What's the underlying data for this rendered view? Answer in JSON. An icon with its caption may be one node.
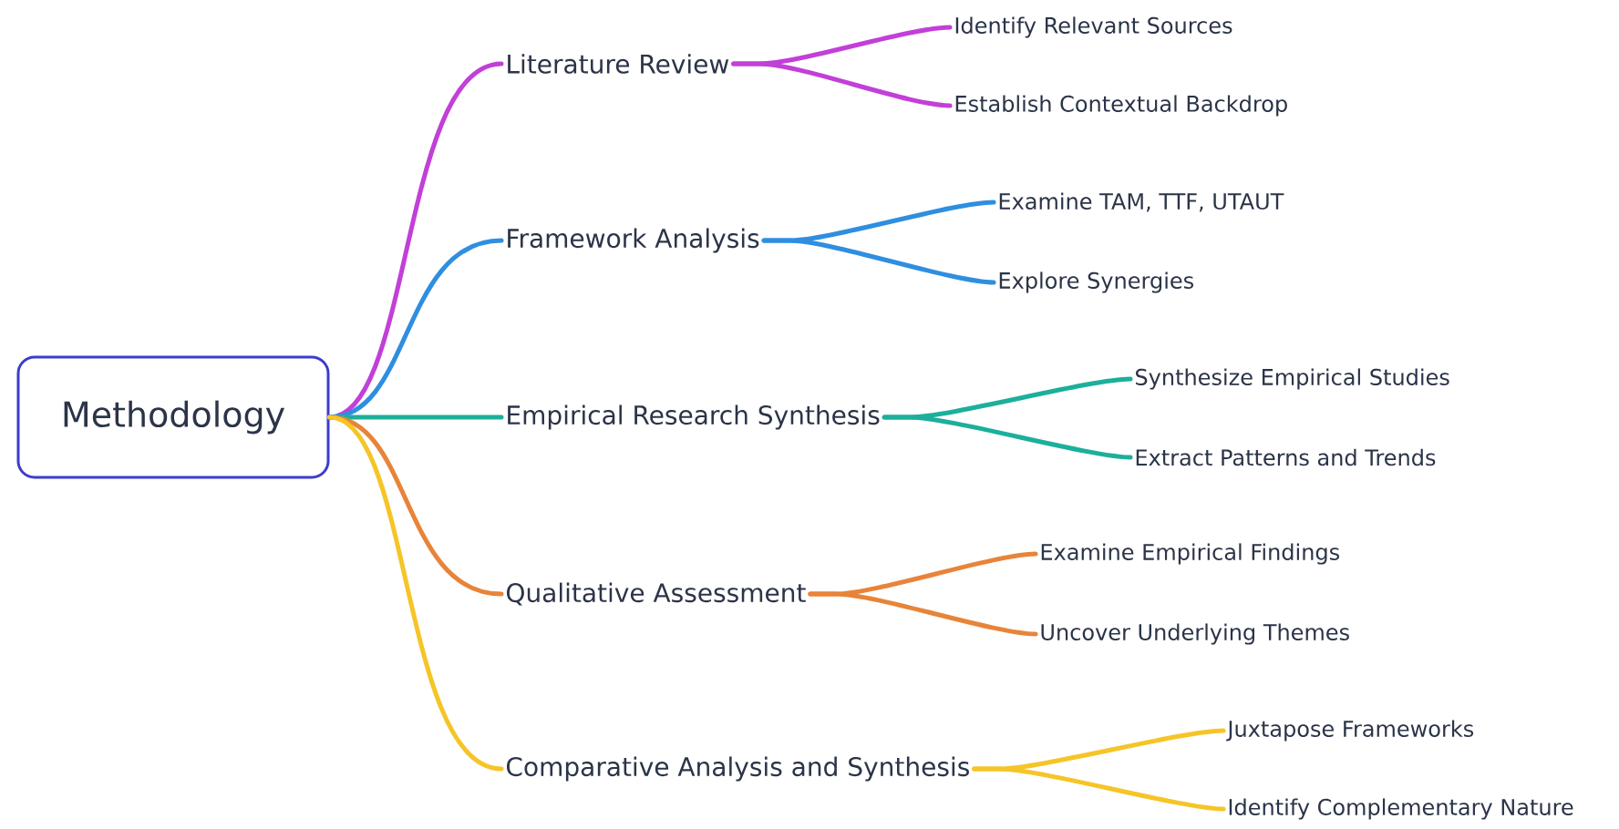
{
  "diagram": {
    "nodes": [
      {
        "text": [
          "Methodology"
        ]
      },
      {
        "text": [
          "Literature Review"
        ]
      },
      {
        "text": [
          "Identify Relevant Sources"
        ]
      },
      {
        "text": [
          "Establish Contextual Backdrop"
        ]
      },
      {
        "text": [
          "Framework Analysis"
        ]
      },
      {
        "text": [
          "Examine TAM, TTF, UTAUT"
        ]
      },
      {
        "text": [
          "Explore Synergies"
        ]
      },
      {
        "text": [
          "Empirical Research Synthesis"
        ]
      },
      {
        "text": [
          "Synthesize Empirical Studies"
        ]
      },
      {
        "text": [
          "Extract Patterns and Trends"
        ]
      },
      {
        "text": [
          "Qualitative Assessment"
        ]
      },
      {
        "text": [
          "Examine Empirical Findings"
        ]
      },
      {
        "text": [
          "Uncover Underlying Themes"
        ]
      },
      {
        "text": [
          "Comparative Analysis and Synthesis"
        ]
      },
      {
        "text": [
          "Juxtapose Frameworks"
        ]
      },
      {
        "text": [
          "Identify Complementary Nature"
        ]
      }
    ],
    "edges": [
      {
        "from": 0,
        "to": 1,
        "arrow": "none",
        "color": "#c23fd8"
      },
      {
        "from": 1,
        "to": 2,
        "arrow": "none",
        "color": "#c23fd8"
      },
      {
        "from": 1,
        "to": 3,
        "arrow": "none",
        "color": "#c23fd8"
      },
      {
        "from": 0,
        "to": 4,
        "arrow": "none",
        "color": "#2f8ee0"
      },
      {
        "from": 4,
        "to": 5,
        "arrow": "none",
        "color": "#2f8ee0"
      },
      {
        "from": 4,
        "to": 6,
        "arrow": "none",
        "color": "#2f8ee0"
      },
      {
        "from": 0,
        "to": 7,
        "arrow": "none",
        "color": "#1caf9b"
      },
      {
        "from": 7,
        "to": 8,
        "arrow": "none",
        "color": "#1caf9b"
      },
      {
        "from": 7,
        "to": 9,
        "arrow": "none",
        "color": "#1caf9b"
      },
      {
        "from": 0,
        "to": 10,
        "arrow": "none",
        "color": "#e8843a"
      },
      {
        "from": 10,
        "to": 11,
        "arrow": "none",
        "color": "#e8843a"
      },
      {
        "from": 10,
        "to": 12,
        "arrow": "none",
        "color": "#e8843a"
      },
      {
        "from": 0,
        "to": 13,
        "arrow": "none",
        "color": "#f5c528"
      },
      {
        "from": 13,
        "to": 14,
        "arrow": "none",
        "color": "#f5c528"
      },
      {
        "from": 13,
        "to": 15,
        "arrow": "none",
        "color": "#f5c528"
      }
    ]
  }
}
